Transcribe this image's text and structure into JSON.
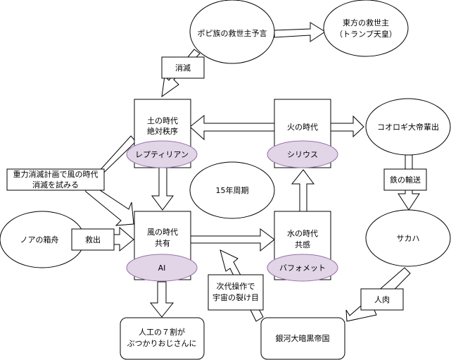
{
  "diagram": {
    "nodes": {
      "popi_prophecy": "ポピ族の救世主予言",
      "east_savior_line1": "東方の救世主",
      "east_savior_line2": "（トランプ天皇）",
      "earth_era_line1": "土の時代",
      "earth_era_line2": "絶対秩序",
      "earth_tag": "レプティリアン",
      "fire_era": "火の時代",
      "fire_tag": "シリウス",
      "cricket_emperor": "コオロギ大帝輩出",
      "cycle": "15年周期",
      "wind_era_line1": "風の時代",
      "wind_era_line2": "共有",
      "wind_tag": "AI",
      "water_era_line1": "水の時代",
      "water_era_line2": "共感",
      "water_tag": "バフォメット",
      "noah_ark": "ノアの箱舟",
      "sakaha": "サカハ",
      "artificial_line1": "人工の７割が",
      "artificial_line2": "ぶつかりおじさんに",
      "galactic_empire": "銀河大暗黒帝国"
    },
    "edge_labels": {
      "extinction": "消滅",
      "gravity_line1": "重力消滅計画で風の時代",
      "gravity_line2": "消滅を試みる",
      "rescue": "救出",
      "iron_transport": "鉄の輸送",
      "next_gen_line1": "次代操作で",
      "next_gen_line2": "宇宙の裂け目",
      "human_meat": "人肉"
    }
  }
}
